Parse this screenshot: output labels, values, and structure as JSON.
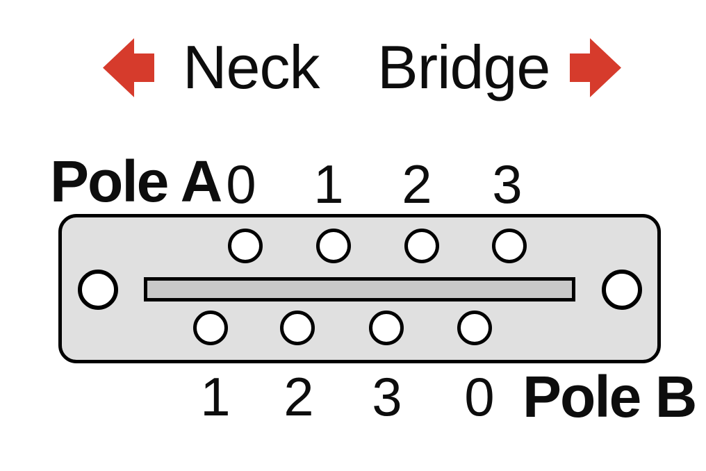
{
  "title": "Pickup selector switch terminal diagram",
  "header": {
    "neck_label": "Neck",
    "bridge_label": "Bridge",
    "left_arrow_icon": "arrow-left",
    "right_arrow_icon": "arrow-right"
  },
  "switch": {
    "pole_a": {
      "label": "Pole A",
      "terminals": [
        "0",
        "1",
        "2",
        "3"
      ]
    },
    "pole_b": {
      "label": "Pole B",
      "terminals": [
        "1",
        "2",
        "3",
        "0"
      ]
    },
    "mounting_holes": 2,
    "lever_slot": "lever-slot"
  },
  "colors": {
    "arrow_red": "#d63b2c",
    "body_gray": "#e0e0e0",
    "slot_gray": "#c8c8c8",
    "outline_black": "#000000"
  }
}
